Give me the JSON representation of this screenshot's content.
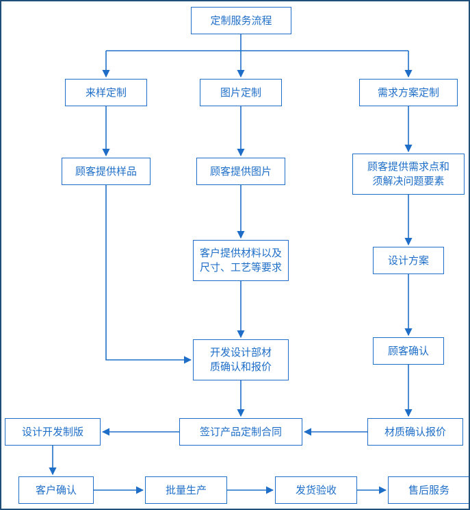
{
  "colors": {
    "accent": "#1E6EC8",
    "frame": "#1F4E79"
  },
  "diagram": {
    "type": "flowchart",
    "nodes": {
      "title": {
        "label": "定制服务流程"
      },
      "sample_custom": {
        "label": "来样定制"
      },
      "picture_custom": {
        "label": "图片定制"
      },
      "requirement_custom": {
        "label": "需求方案定制"
      },
      "customer_sample": {
        "label": "顾客提供样品"
      },
      "customer_picture": {
        "label": "顾客提供图片"
      },
      "customer_requirements": {
        "label": "顾客提供需求点和\n须解决问题要素"
      },
      "material_requirements": {
        "label": "客户提供材料以及\n尺寸、工艺等要求"
      },
      "design_plan": {
        "label": "设计方案"
      },
      "dev_material_confirm": {
        "label": "开发设计部材\n质确认和报价"
      },
      "customer_confirm_right": {
        "label": "顾客确认"
      },
      "sign_contract": {
        "label": "签订产品定制合同"
      },
      "material_quote": {
        "label": "材质确认报价"
      },
      "design_dev_plate": {
        "label": "设计开发制版"
      },
      "customer_confirm_bottom": {
        "label": "客户确认"
      },
      "batch_production": {
        "label": "批量生产"
      },
      "shipping_acceptance": {
        "label": "发货验收"
      },
      "after_sales": {
        "label": "售后服务"
      }
    },
    "edges": [
      {
        "from": "定制服务流程",
        "to": "来样定制"
      },
      {
        "from": "定制服务流程",
        "to": "图片定制"
      },
      {
        "from": "定制服务流程",
        "to": "需求方案定制"
      },
      {
        "from": "来样定制",
        "to": "顾客提供样品"
      },
      {
        "from": "图片定制",
        "to": "顾客提供图片"
      },
      {
        "from": "需求方案定制",
        "to": "顾客提供需求点和须解决问题要素"
      },
      {
        "from": "顾客提供图片",
        "to": "客户提供材料以及尺寸、工艺等要求"
      },
      {
        "from": "顾客提供需求点和须解决问题要素",
        "to": "设计方案"
      },
      {
        "from": "客户提供材料以及尺寸、工艺等要求",
        "to": "开发设计部材质确认和报价"
      },
      {
        "from": "顾客提供样品",
        "to": "开发设计部材质确认和报价"
      },
      {
        "from": "设计方案",
        "to": "顾客确认"
      },
      {
        "from": "开发设计部材质确认和报价",
        "to": "签订产品定制合同"
      },
      {
        "from": "顾客确认",
        "to": "材质确认报价"
      },
      {
        "from": "材质确认报价",
        "to": "签订产品定制合同"
      },
      {
        "from": "签订产品定制合同",
        "to": "设计开发制版"
      },
      {
        "from": "设计开发制版",
        "to": "客户确认"
      },
      {
        "from": "客户确认",
        "to": "批量生产"
      },
      {
        "from": "批量生产",
        "to": "发货验收"
      },
      {
        "from": "发货验收",
        "to": "售后服务"
      }
    ]
  }
}
